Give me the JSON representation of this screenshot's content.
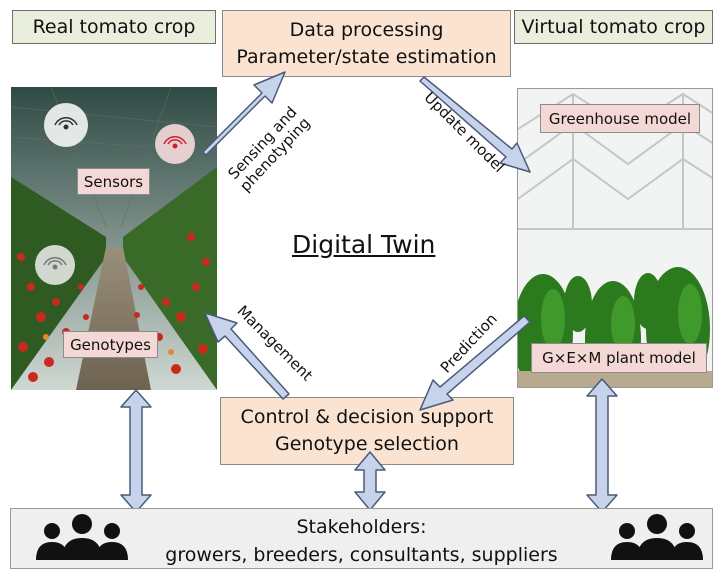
{
  "header": {
    "real_crop": "Real tomato crop",
    "virtual_crop": "Virtual tomato crop"
  },
  "processing": {
    "line1": "Data processing",
    "line2": "Parameter/state estimation"
  },
  "control": {
    "line1": "Control & decision support",
    "line2": "Genotype selection"
  },
  "center_title": "Digital Twin",
  "labels": {
    "sensors": "Sensors",
    "genotypes": "Genotypes",
    "greenhouse_model": "Greenhouse model",
    "plant_model": "G×E×M plant model"
  },
  "arrows": {
    "sensing": "Sensing and\nphenotyping",
    "update": "Update model",
    "prediction": "Prediction",
    "management": "Management"
  },
  "stakeholders": {
    "line1": "Stakeholders:",
    "line2": "growers, breeders, consultants, suppliers"
  },
  "icons": {
    "people_left": "people-group-icon",
    "people_right": "people-group-icon",
    "sensor": "wifi-signal-icon"
  },
  "colors": {
    "arrow_fill": "#c7d3ea",
    "arrow_stroke": "#4a5a7a",
    "header_green": "#e9efdc",
    "box_peach": "#fbe3d2",
    "label_pink": "#f3d8d6"
  }
}
